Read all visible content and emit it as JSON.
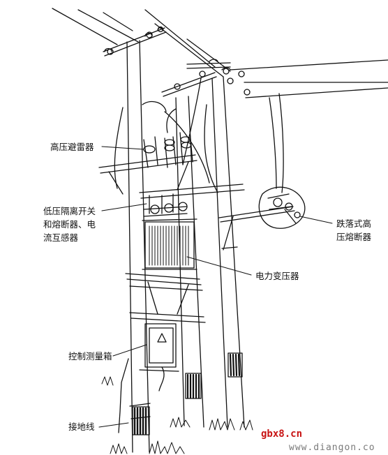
{
  "labels": {
    "arrester": "高压避雷器",
    "lv_switch": "低压隔离开关\n和熔断器、电\n流互感器",
    "dropout_fuse": "跌落式高\n压熔断器",
    "transformer": "电力变压器",
    "control_box": "控制测量箱",
    "ground_wire": "接地线"
  },
  "watermarks": {
    "site1": "gbx8.cn",
    "site2": "www.diangon.co"
  },
  "colors": {
    "line": "#111111",
    "site1": "#c81414",
    "site2": "#7a7a7a"
  }
}
